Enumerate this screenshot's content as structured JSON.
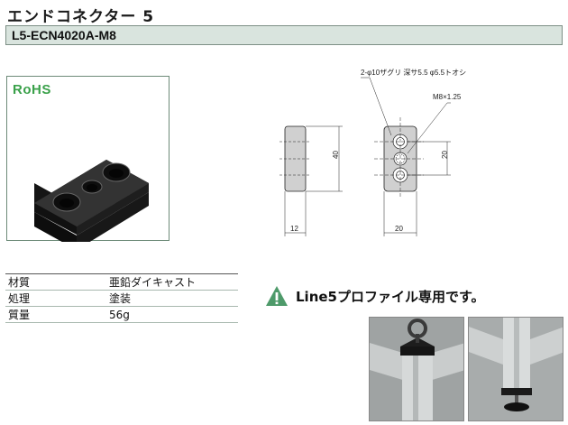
{
  "title": "エンドコネクター 5",
  "part_number": "L5-ECN4020A-M8",
  "rohs_label": "RoHS",
  "drawing": {
    "note_counterbore": "2-φ10ザグリ 深サ5.5 φ5.5トオシ",
    "thread": "M8×1.25",
    "dim_height": "40",
    "dim_width_side": "12",
    "dim_width_front": "20",
    "dim_pitch": "20"
  },
  "specs": [
    {
      "key": "材質",
      "value": "亜鉛ダイキャスト"
    },
    {
      "key": "処理",
      "value": "塗装"
    },
    {
      "key": "質量",
      "value": "56g"
    }
  ],
  "notice": "Line5プロファイル専用です。",
  "colors": {
    "header_bar": "#d9e4de",
    "rohs_green": "#3aa14a",
    "warning_green": "#4e9a6a"
  }
}
